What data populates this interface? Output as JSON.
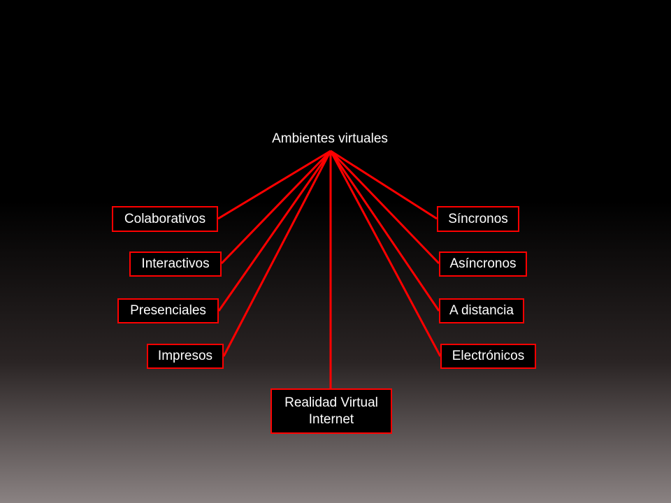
{
  "diagram": {
    "root": "Ambientes virtuales",
    "left_nodes": [
      "Colaborativos",
      "Interactivos",
      "Presenciales",
      "Impresos"
    ],
    "right_nodes": [
      "Síncronos",
      "Asíncronos",
      "A distancia",
      "Electrónicos"
    ],
    "bottom_node": {
      "line1": "Realidad Virtual",
      "line2": "Internet"
    },
    "colors": {
      "connector": "#ff0000",
      "node_border": "#ff0000",
      "text": "#ffffff"
    }
  }
}
